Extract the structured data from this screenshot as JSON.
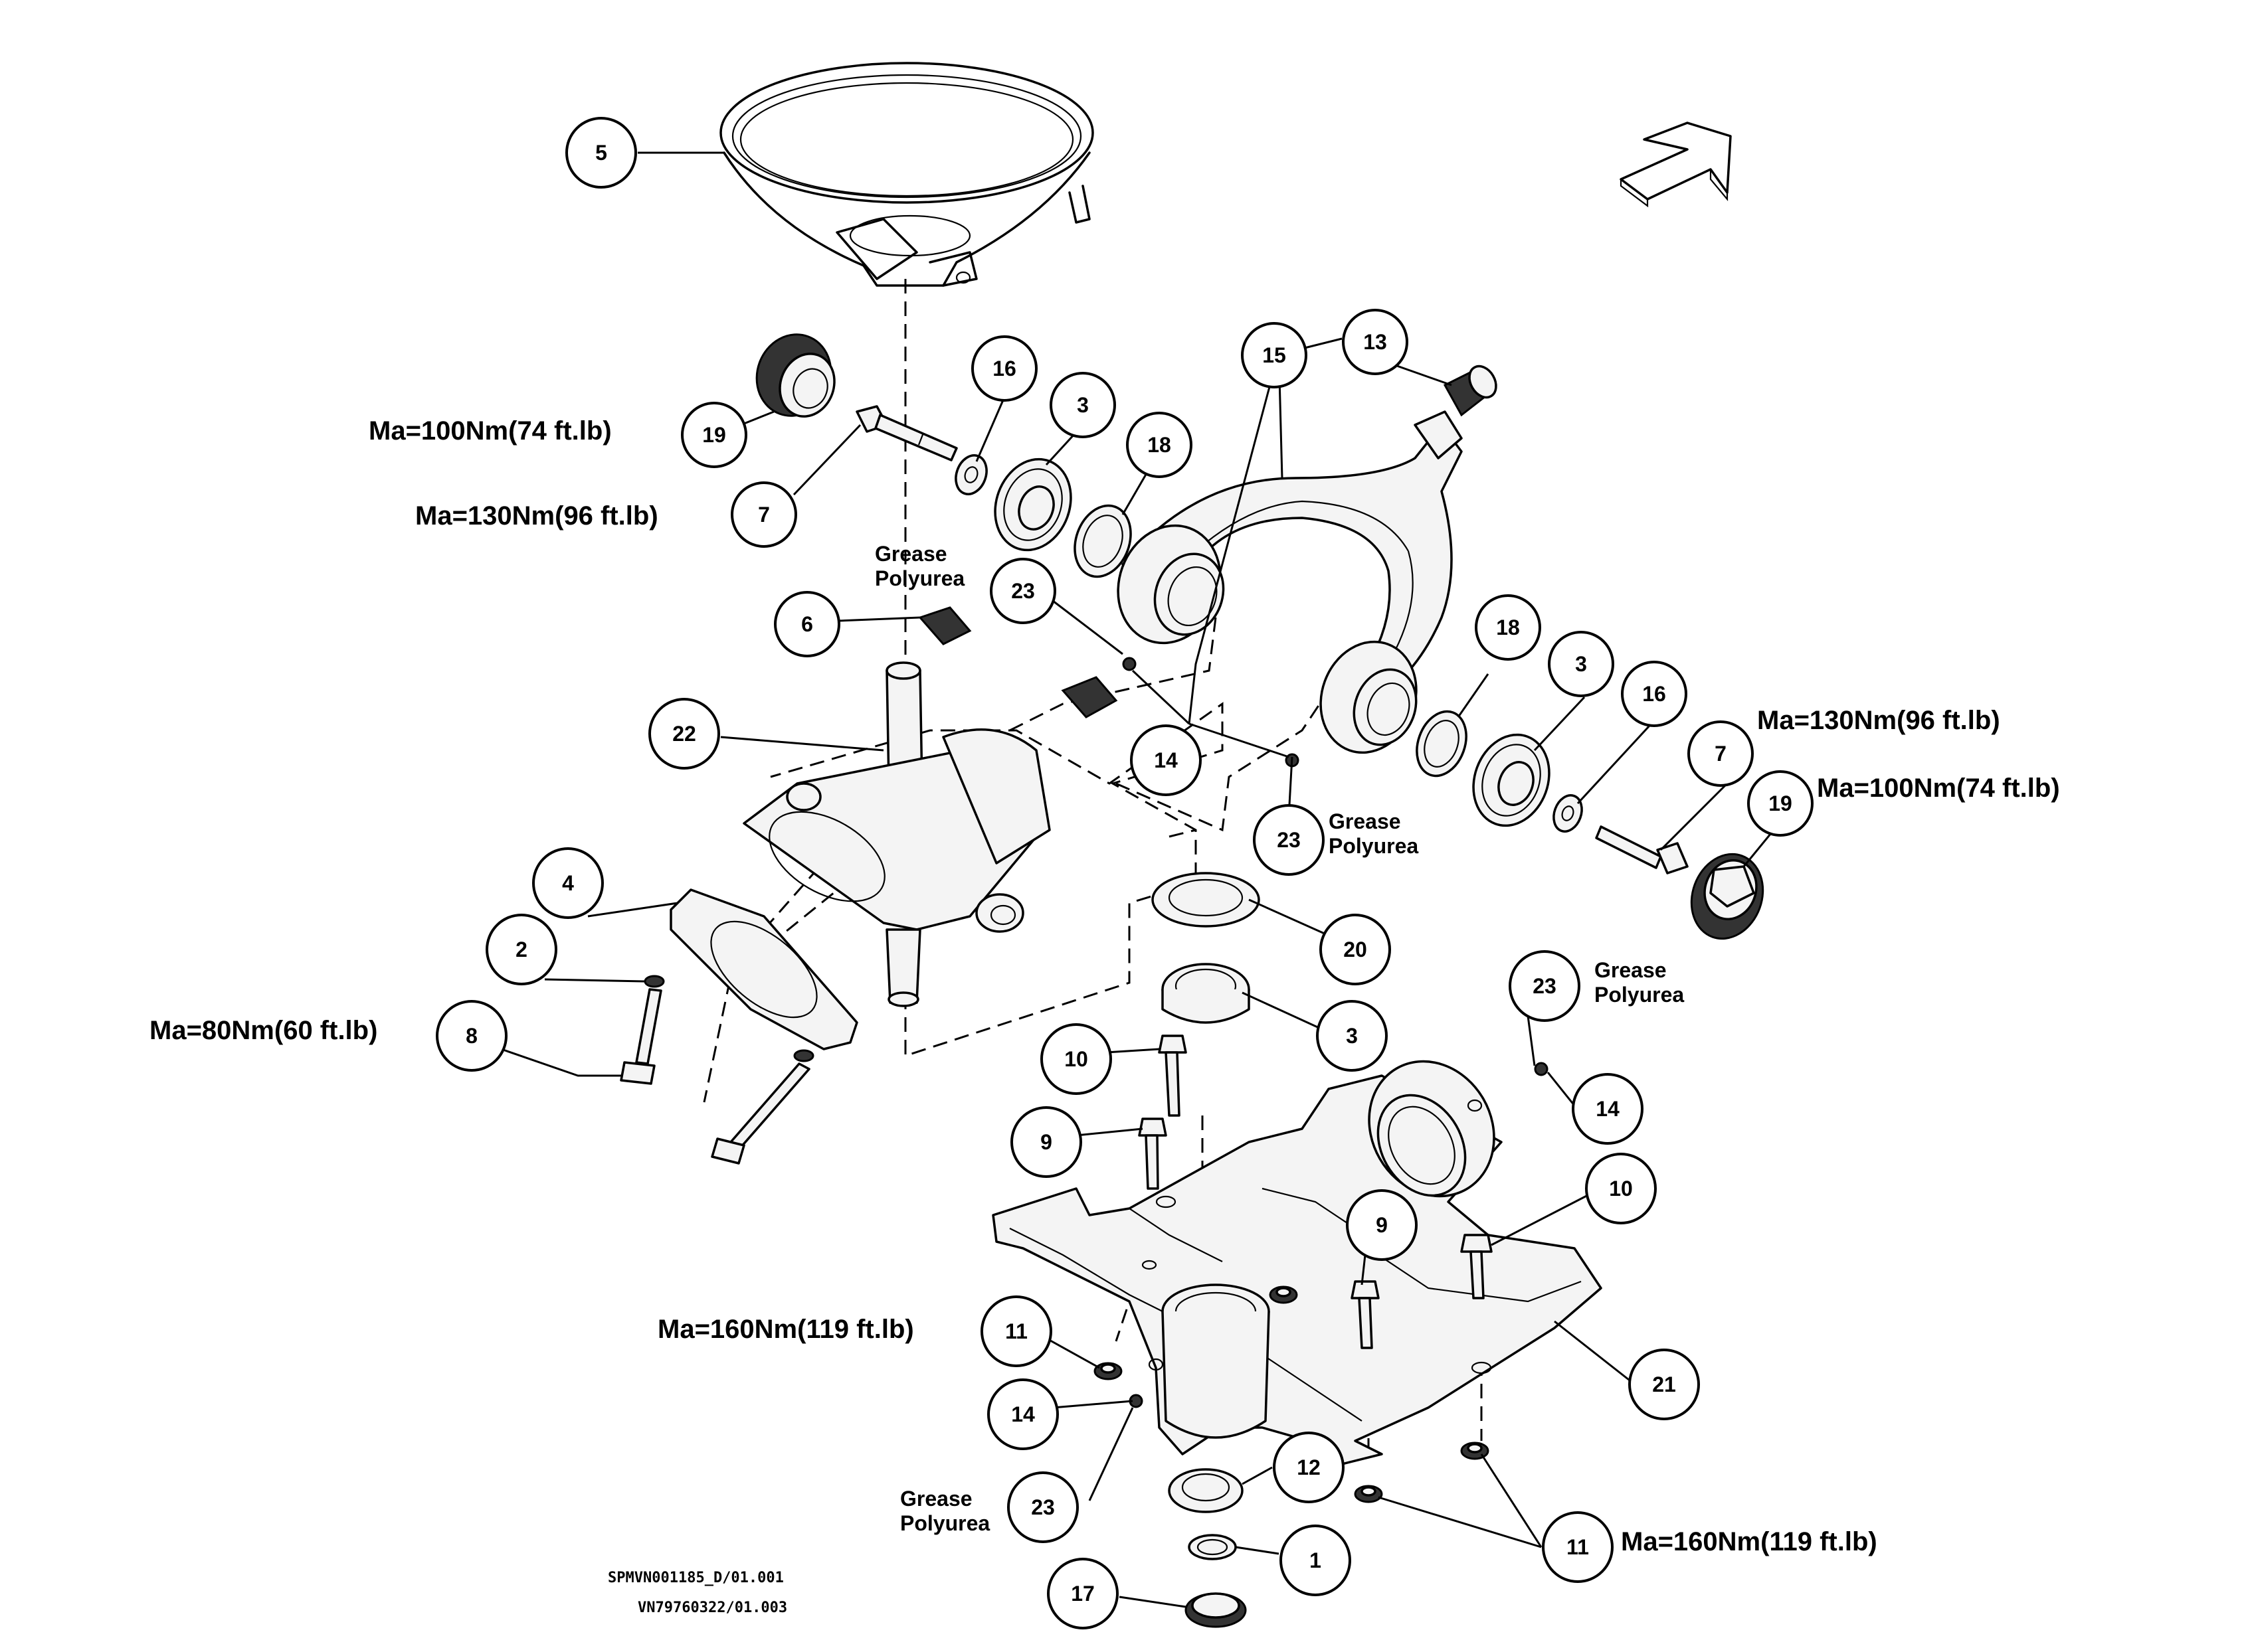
{
  "callouts": [
    {
      "label": "5"
    },
    {
      "label": "16"
    },
    {
      "label": "3"
    },
    {
      "label": "18"
    },
    {
      "label": "15"
    },
    {
      "label": "13"
    },
    {
      "label": "19"
    },
    {
      "label": "7"
    },
    {
      "label": "6"
    },
    {
      "label": "23"
    },
    {
      "label": "22"
    },
    {
      "label": "14"
    },
    {
      "label": "18"
    },
    {
      "label": "3"
    },
    {
      "label": "16"
    },
    {
      "label": "7"
    },
    {
      "label": "19"
    },
    {
      "label": "23"
    },
    {
      "label": "4"
    },
    {
      "label": "2"
    },
    {
      "label": "8"
    },
    {
      "label": "20"
    },
    {
      "label": "3"
    },
    {
      "label": "23"
    },
    {
      "label": "14"
    },
    {
      "label": "10"
    },
    {
      "label": "9"
    },
    {
      "label": "10"
    },
    {
      "label": "9"
    },
    {
      "label": "11"
    },
    {
      "label": "21"
    },
    {
      "label": "14"
    },
    {
      "label": "12"
    },
    {
      "label": "23"
    },
    {
      "label": "1"
    },
    {
      "label": "11"
    },
    {
      "label": "17"
    }
  ],
  "torque_labels": [
    "Ma=100Nm(74 ft.lb)",
    "Ma=130Nm(96 ft.lb)",
    "Ma=130Nm(96 ft.lb)",
    "Ma=100Nm(74 ft.lb)",
    "Ma=80Nm(60 ft.lb)",
    "Ma=160Nm(119 ft.lb)",
    "Ma=160Nm(119 ft.lb)"
  ],
  "notes": [
    {
      "line1": "Grease",
      "line2": "Polyurea"
    },
    {
      "line1": "Grease",
      "line2": "Polyurea"
    },
    {
      "line1": "Grease",
      "line2": "Polyurea"
    },
    {
      "line1": "Grease",
      "line2": "Polyurea"
    }
  ],
  "drawing_codes": [
    "SPMVN001185_D/01.001",
    "VN79760322/01.003"
  ],
  "direction_icon": "arrow-outline-icon"
}
